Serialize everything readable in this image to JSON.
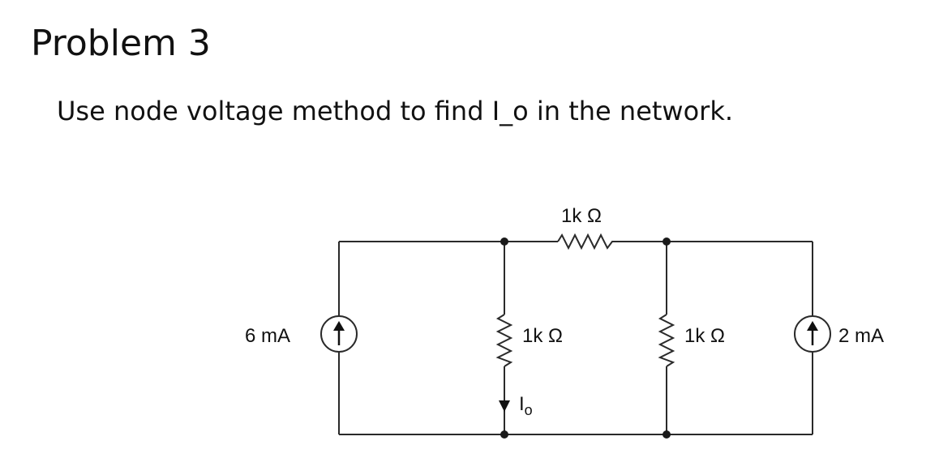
{
  "problem": {
    "title": "Problem 3",
    "statement": "Use node voltage method to find I_o in the network."
  },
  "circuit": {
    "labels": {
      "source_left": "6 mA",
      "source_right": "2 mA",
      "resistor_top": "1k Ω",
      "resistor_mid_left": "1k Ω",
      "resistor_mid_right": "1k Ω",
      "current_io_main": "I",
      "current_io_sub": "o"
    },
    "colors": {
      "wire": "#2a2a2a",
      "node": "#1a1a1a"
    }
  }
}
